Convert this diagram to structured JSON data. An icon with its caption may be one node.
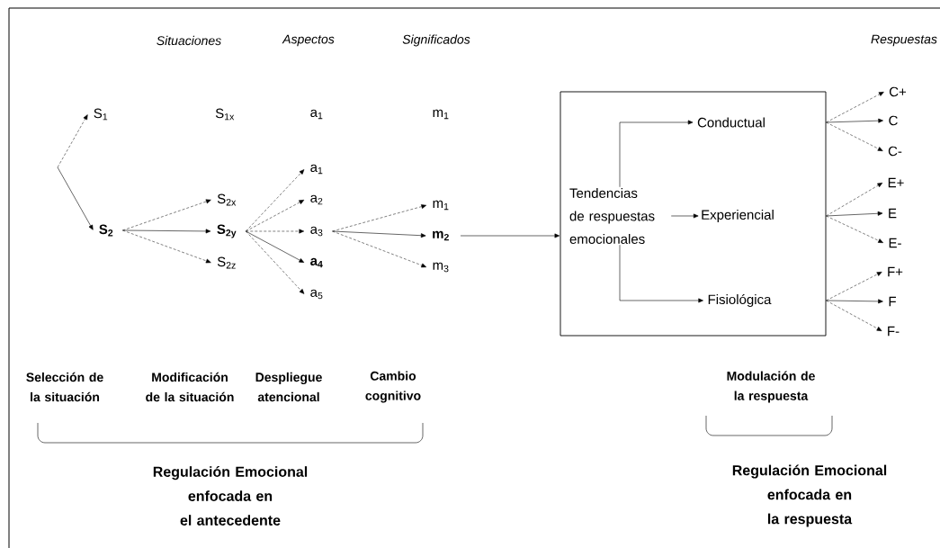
{
  "diagram": {
    "nodes": [
      {
        "text": [
          "S$_{1}$"
        ]
      },
      {
        "text": [
          "S$_{1x}$"
        ]
      },
      {
        "text": [
          "a$_{1}$"
        ]
      },
      {
        "text": [
          "m$_{1}$"
        ]
      },
      {
        "text": [
          "S$_{2}$"
        ]
      },
      {
        "text": [
          "S$_{2x}$"
        ]
      },
      {
        "text": [
          "S$_{2y}$"
        ]
      },
      {
        "text": [
          "S$_{2z}$"
        ]
      },
      {
        "text": [
          "a$_{1}$"
        ]
      },
      {
        "text": [
          "a$_{2}$"
        ]
      },
      {
        "text": [
          "a$_{3}$"
        ]
      },
      {
        "text": [
          "a$_{4}$"
        ]
      },
      {
        "text": [
          "a$_{5}$"
        ]
      },
      {
        "text": [
          "m$_{1}$"
        ]
      },
      {
        "text": [
          "m$_{2}$"
        ]
      },
      {
        "text": [
          "m$_{3}$"
        ]
      },
      {
        "text": [],
        "shape": "box"
      },
      {
        "text": [
          "Tendencias de respuestas emocionales"
        ],
        "in": 16
      },
      {
        "text": [
          "Conductual"
        ],
        "in": 16
      },
      {
        "text": [
          "Experiencial"
        ],
        "in": 16
      },
      {
        "text": [
          "Fisiológica"
        ],
        "in": 16
      },
      {
        "text": [
          "C+"
        ]
      },
      {
        "text": [
          "C"
        ]
      },
      {
        "text": [
          "C-"
        ]
      },
      {
        "text": [
          "E+"
        ]
      },
      {
        "text": [
          "E"
        ]
      },
      {
        "text": [
          "E-"
        ]
      },
      {
        "text": [
          "F+"
        ]
      },
      {
        "text": [
          "F"
        ]
      },
      {
        "text": [
          "F-"
        ]
      }
    ],
    "edges": [
      {
        "from": null,
        "to": 0,
        "arrow": "to",
        "style": "dashed"
      },
      {
        "from": null,
        "to": 4,
        "arrow": "to"
      },
      {
        "from": 4,
        "to": 5,
        "arrow": "to",
        "style": "dashed"
      },
      {
        "from": 4,
        "to": 6,
        "arrow": "to"
      },
      {
        "from": 4,
        "to": 7,
        "arrow": "to",
        "style": "dashed"
      },
      {
        "from": 6,
        "to": 8,
        "arrow": "to",
        "style": "dashed"
      },
      {
        "from": 6,
        "to": 9,
        "arrow": "to",
        "style": "dashed"
      },
      {
        "from": 6,
        "to": 10,
        "arrow": "to",
        "style": "dashed"
      },
      {
        "from": 6,
        "to": 11,
        "arrow": "to"
      },
      {
        "from": 6,
        "to": 12,
        "arrow": "to",
        "style": "dashed"
      },
      {
        "from": 10,
        "to": 13,
        "arrow": "to",
        "style": "dashed"
      },
      {
        "from": 10,
        "to": 14,
        "arrow": "to"
      },
      {
        "from": 10,
        "to": 15,
        "arrow": "to",
        "style": "dashed"
      },
      {
        "from": 14,
        "to": 16,
        "arrow": "to"
      },
      {
        "from": 17,
        "to": 18,
        "arrow": "to"
      },
      {
        "from": 17,
        "to": 19,
        "arrow": "to"
      },
      {
        "from": 17,
        "to": 20,
        "arrow": "to"
      },
      {
        "from": 18,
        "to": 21,
        "arrow": "to",
        "style": "dashed"
      },
      {
        "from": 18,
        "to": 22,
        "arrow": "to"
      },
      {
        "from": 18,
        "to": 23,
        "arrow": "to",
        "style": "dashed"
      },
      {
        "from": 19,
        "to": 24,
        "arrow": "to",
        "style": "dashed"
      },
      {
        "from": 19,
        "to": 25,
        "arrow": "to"
      },
      {
        "from": 19,
        "to": 26,
        "arrow": "to",
        "style": "dashed"
      },
      {
        "from": 20,
        "to": 27,
        "arrow": "to",
        "style": "dashed"
      },
      {
        "from": 20,
        "to": 28,
        "arrow": "to"
      },
      {
        "from": 20,
        "to": 29,
        "arrow": "to",
        "style": "dashed"
      }
    ],
    "labels": [
      "Situaciones",
      "Aspectos",
      "Significados",
      "Respuestas",
      "Selección de la situación",
      "Modificación de la situación",
      "Despliegue atencional",
      "Cambio cognitivo",
      "Modulación de la respuesta",
      "Regulación Emocional enfocada en el antecedente",
      "Regulación Emocional enfocada en la respuesta"
    ]
  }
}
